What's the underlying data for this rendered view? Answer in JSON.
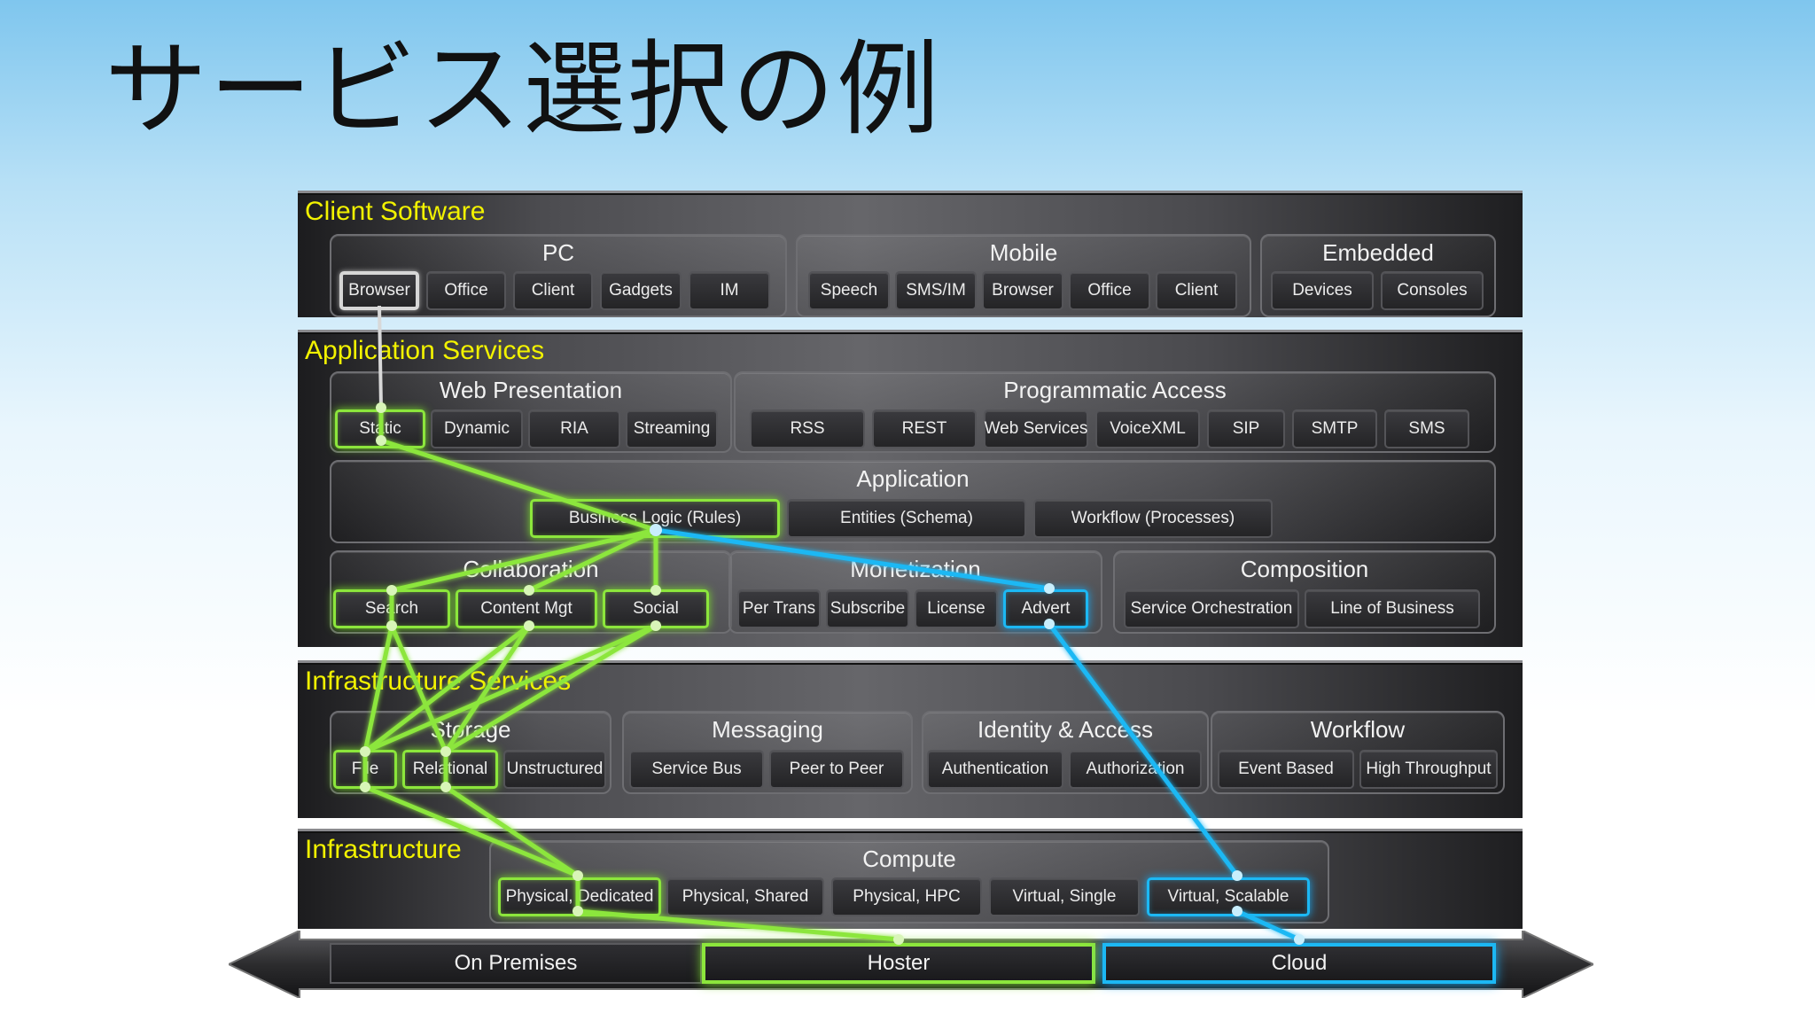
{
  "title": "サービス選択の例",
  "colors": {
    "highlight_green": "#8ce63c",
    "highlight_blue": "#1cb8f4",
    "band_title": "#f2f200"
  },
  "client_software": {
    "title": "Client Software",
    "pc": {
      "title": "PC",
      "items": [
        "Browser",
        "Office",
        "Client",
        "Gadgets",
        "IM"
      ]
    },
    "mobile": {
      "title": "Mobile",
      "items": [
        "Speech",
        "SMS/IM",
        "Browser",
        "Office",
        "Client"
      ]
    },
    "embedded": {
      "title": "Embedded",
      "items": [
        "Devices",
        "Consoles"
      ]
    }
  },
  "application_services": {
    "title": "Application Services",
    "web_presentation": {
      "title": "Web Presentation",
      "items": [
        "Static",
        "Dynamic",
        "RIA",
        "Streaming"
      ]
    },
    "programmatic_access": {
      "title": "Programmatic Access",
      "items": [
        "RSS",
        "REST",
        "Web Services",
        "VoiceXML",
        "SIP",
        "SMTP",
        "SMS"
      ]
    },
    "application": {
      "title": "Application",
      "items": [
        "Business Logic (Rules)",
        "Entities (Schema)",
        "Workflow (Processes)"
      ]
    },
    "collaboration": {
      "title": "Collaboration",
      "items": [
        "Search",
        "Content Mgt",
        "Social"
      ]
    },
    "monetization": {
      "title": "Monetization",
      "items": [
        "Per Trans",
        "Subscribe",
        "License",
        "Advert"
      ]
    },
    "composition": {
      "title": "Composition",
      "items": [
        "Service Orchestration",
        "Line of Business"
      ]
    }
  },
  "infrastructure_services": {
    "title": "Infrastructure Services",
    "storage": {
      "title": "Storage",
      "items": [
        "File",
        "Relational",
        "Unstructured"
      ]
    },
    "messaging": {
      "title": "Messaging",
      "items": [
        "Service Bus",
        "Peer to Peer"
      ]
    },
    "identity": {
      "title": "Identity & Access",
      "items": [
        "Authentication",
        "Authorization"
      ]
    },
    "workflow": {
      "title": "Workflow",
      "items": [
        "Event Based",
        "High Throughput"
      ]
    }
  },
  "infrastructure": {
    "title": "Infrastructure",
    "compute": {
      "title": "Compute",
      "items": [
        "Physical, Dedicated",
        "Physical, Shared",
        "Physical, HPC",
        "Virtual, Single",
        "Virtual, Scalable"
      ]
    }
  },
  "deployment": [
    "On Premises",
    "Hoster",
    "Cloud"
  ]
}
